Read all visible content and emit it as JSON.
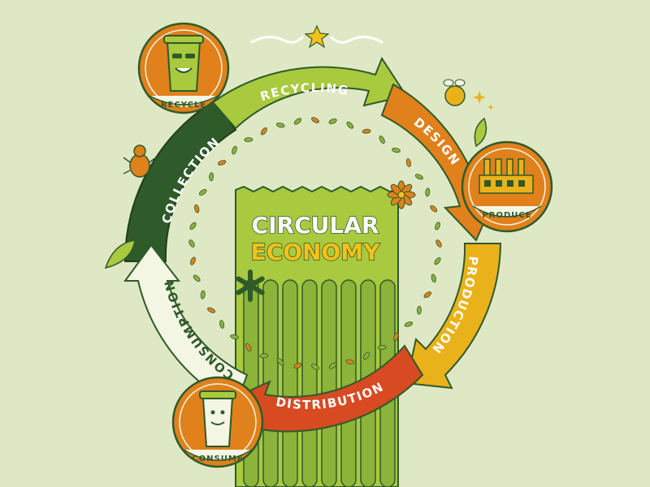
{
  "title": {
    "line1": "CIRCULAR",
    "line2": "ECONOMY"
  },
  "stages": [
    {
      "key": "recycling",
      "label": "RECYCLING",
      "color": "#a9c93f"
    },
    {
      "key": "design",
      "label": "DESIGN",
      "color": "#e0811c"
    },
    {
      "key": "production",
      "label": "PRODUCTION",
      "color": "#eab21a"
    },
    {
      "key": "distribution",
      "label": "DISTRIBUTION",
      "color": "#d84a22"
    },
    {
      "key": "consumption",
      "label": "CONSUMPTION",
      "color": "#f4f6e4"
    },
    {
      "key": "collection",
      "label": "COLLECTION",
      "color": "#2f5a2a"
    }
  ],
  "badges": [
    {
      "key": "recycle",
      "label": "RECYCLE",
      "icon": "recycle-bin-mascot-icon"
    },
    {
      "key": "produce",
      "label": "PRODUCE",
      "icon": "factory-icon"
    },
    {
      "key": "consume",
      "label": "CONSUME",
      "icon": "cup-mascot-icon"
    }
  ],
  "colors": {
    "background": "#dfe8c4",
    "dark_green": "#2f5a2a",
    "light_green": "#a9c93f",
    "orange": "#e0811c",
    "yellow": "#eab21a",
    "red": "#d84a22",
    "cream": "#f4f6e4"
  }
}
